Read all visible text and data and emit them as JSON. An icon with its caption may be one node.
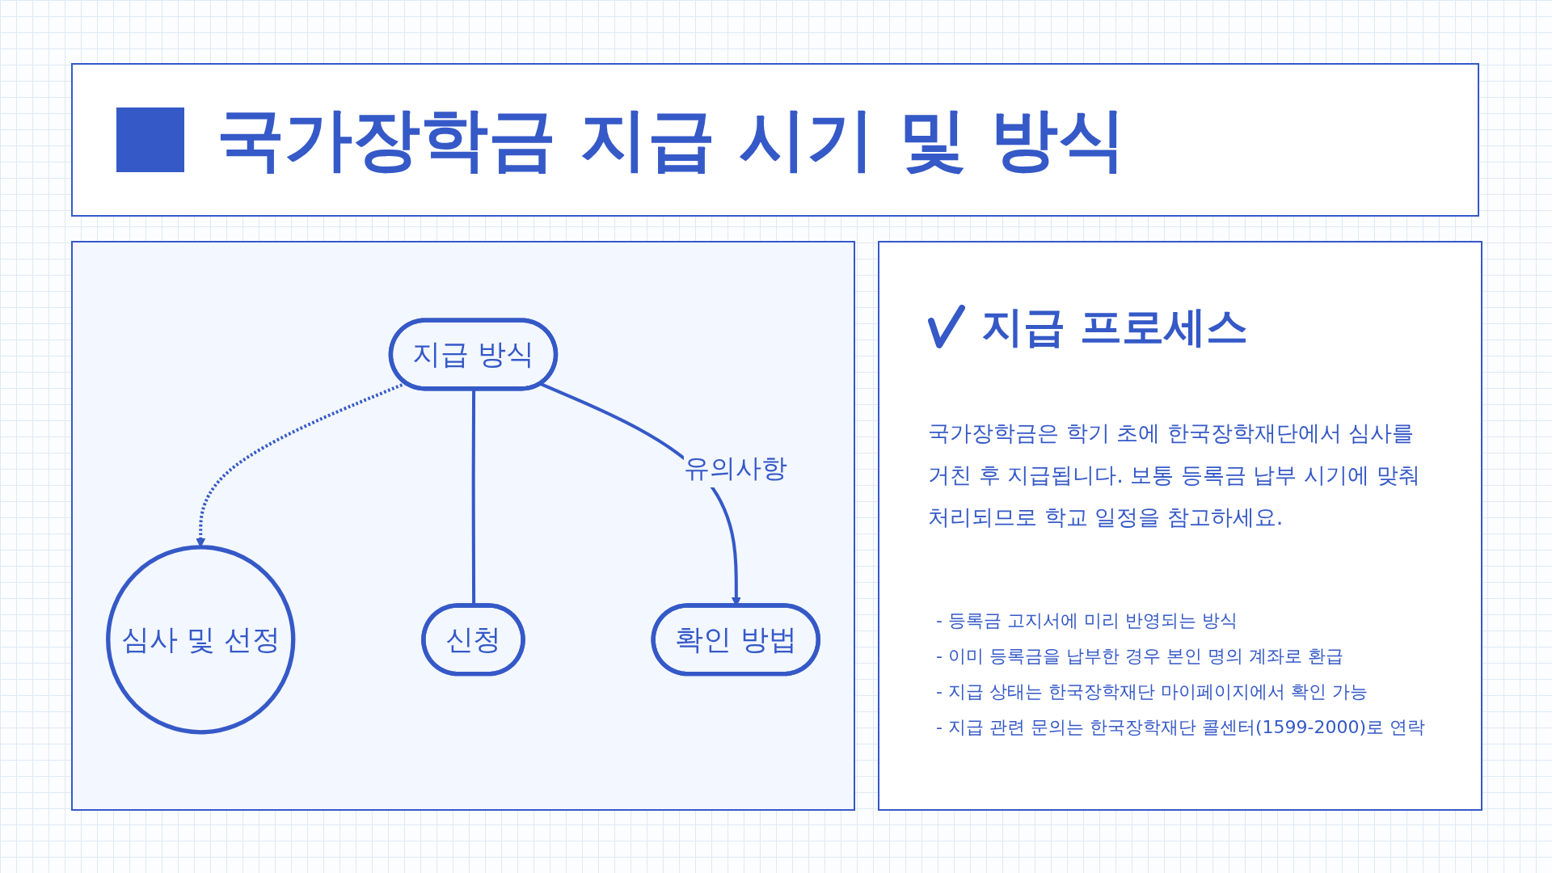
{
  "diagram": {
    "title": "국가장학금 지급 시기 및 방식",
    "nodes": [
      {
        "text": [
          "지급 방식"
        ]
      },
      {
        "text": [
          "심사 및 선정"
        ]
      },
      {
        "text": [
          "신청"
        ]
      },
      {
        "text": [
          "확인 방법"
        ]
      }
    ],
    "edges": [
      {
        "from": 0,
        "to": 1,
        "arrow": "to",
        "style": "dashed"
      },
      {
        "from": 0,
        "to": 2,
        "arrow": "none"
      },
      {
        "from": 0,
        "to": 3,
        "arrow": "to",
        "label": "유의사항"
      }
    ],
    "labels": [
      "지급 프로세스",
      "국가장학금은 학기 초에 한국장학재단에서 심사를 거친 후 지급됩니다. 보통 등록금 납부 시기에 맞춰 처리되므로 학교 일정을 참고하세요.",
      "- 등록금 고지서에 미리 반영되는 방식",
      "- 이미 등록금을 납부한 경우 본인 명의 계좌로 환급",
      "- 지급 상태는 한국장학재단 마이페이지에서 확인 가능",
      "- 지급 관련 문의는 한국장학재단 콜센터(1599-2000)로 연락"
    ]
  }
}
